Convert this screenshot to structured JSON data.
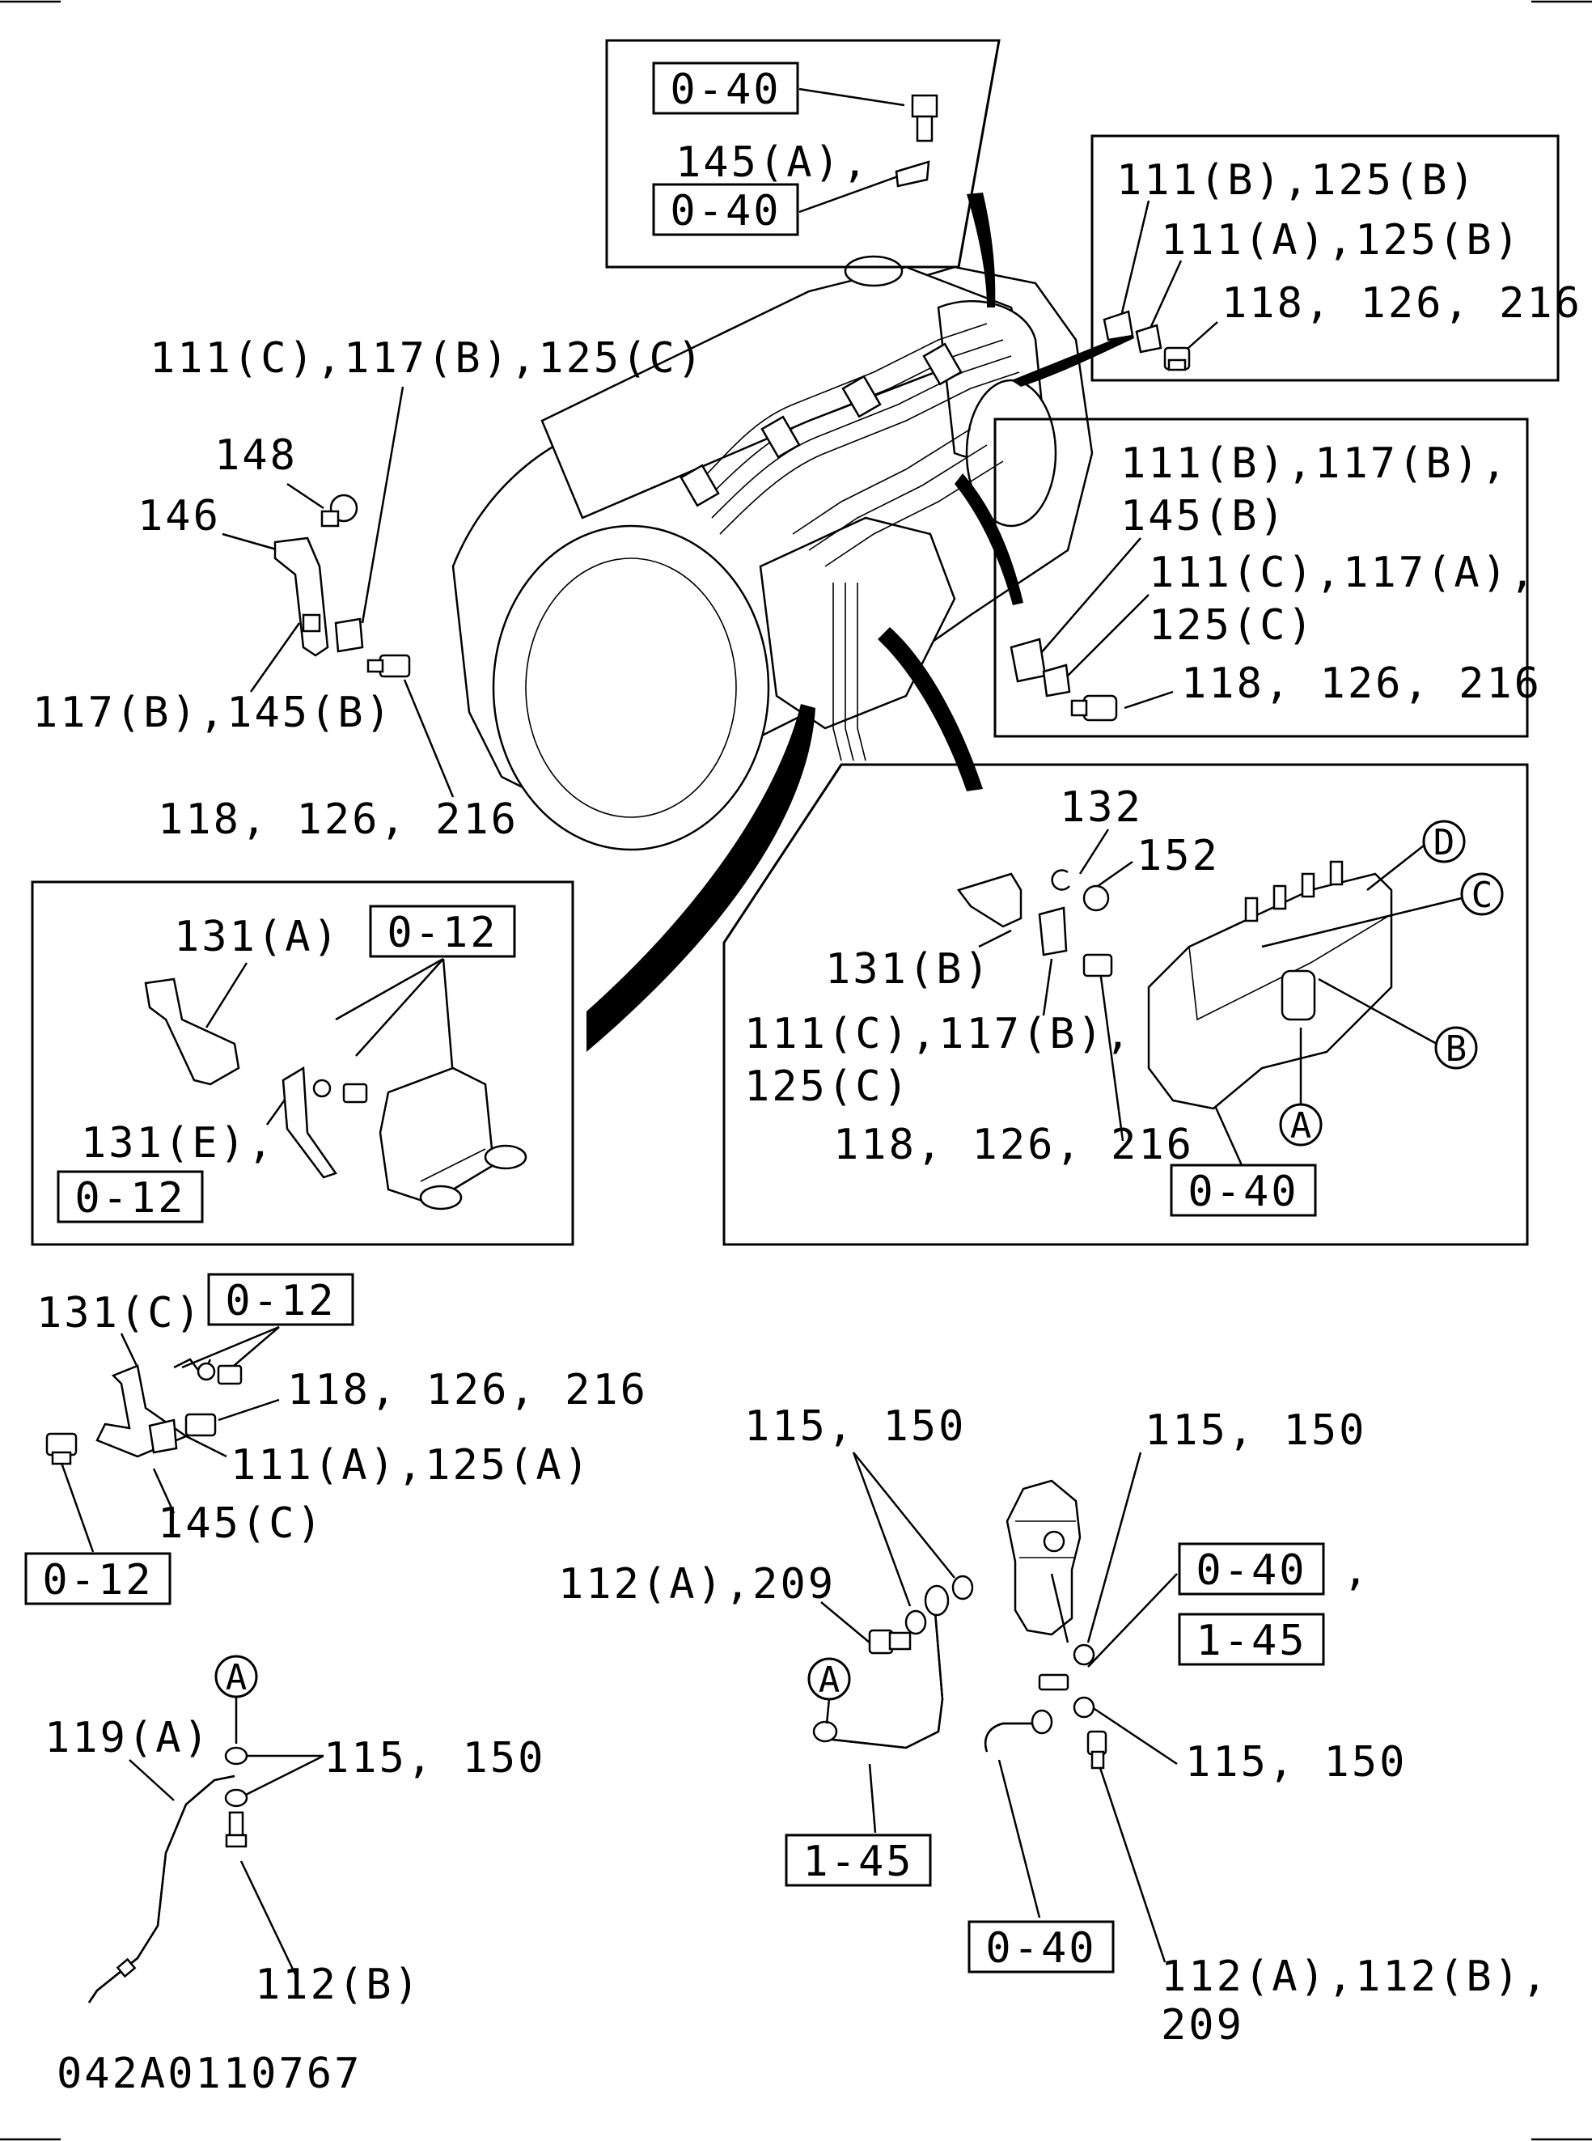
{
  "diagram_id": "042A0110767",
  "ref_boxes": {
    "top_a": "0-40",
    "top_b": "0-40",
    "inset_left": "0-12",
    "inset_pump": "0-40",
    "left_mid": "0-12",
    "left_bottom": "0-12",
    "filter_a": "0-40",
    "filter_b": "1-45",
    "filter_pipe": "1-45",
    "filter_bottom": "0-40"
  },
  "labels": {
    "top_145a": "145(A),",
    "tr_1": "111(B),125(B)",
    "tr_2": "111(A),125(B)",
    "tr_3": "118, 126, 216",
    "tl_1": "111(C),117(B),125(C)",
    "tl_148": "148",
    "tl_146": "146",
    "tl_117b": "117(B),145(B)",
    "tl_118": "118, 126, 216",
    "mr_1": "111(B),117(B),",
    "mr_2": "145(B)",
    "mr_3": "111(C),117(A),",
    "mr_4": "125(C)",
    "mr_5": "118, 126, 216",
    "il_131a": "131(A)",
    "il_131e": "131(E),",
    "ip_132": "132",
    "ip_152": "152",
    "ip_131b": "131(B)",
    "ip_111c": "111(C),117(B),",
    "ip_125c": "125(C)",
    "ip_118": "118, 126, 216",
    "lm_131c": "131(C)",
    "lm_118": "118, 126, 216",
    "lm_111a": "111(A),125(A)",
    "lm_145c": "145(C)",
    "f_115a": "115, 150",
    "f_115b": "115, 150",
    "f_112a": "112(A),209",
    "f_comma": ",",
    "f_115c": "115, 150",
    "f_112ab": "112(A),112(B),",
    "f_209": "209",
    "d_119a": "119(A)",
    "d_115": "115, 150",
    "d_112b": "112(B)"
  },
  "callouts": {
    "A": "A",
    "B": "B",
    "C": "C",
    "D": "D",
    "A_pipe": "A",
    "A_dip": "A"
  }
}
